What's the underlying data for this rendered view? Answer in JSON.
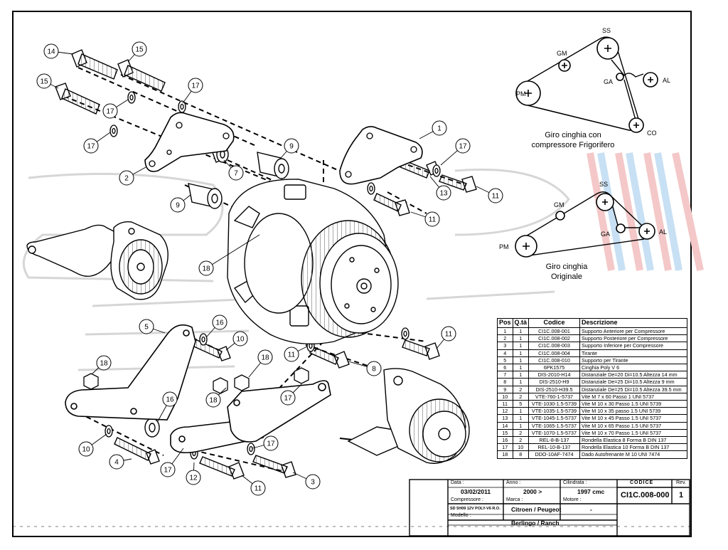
{
  "parts_table": {
    "headers": {
      "pos": "Pos",
      "qty": "Q.tà",
      "code": "Codice",
      "desc": "Descrizione"
    },
    "rows": [
      {
        "pos": "1",
        "qty": "1",
        "code": "CI1C.008-001",
        "desc": "Supporto Anteriore per Compressore"
      },
      {
        "pos": "2",
        "qty": "1",
        "code": "CI1C.008-002",
        "desc": "Supporto Posteriore per Compressore"
      },
      {
        "pos": "3",
        "qty": "1",
        "code": "CI1C.008-003",
        "desc": "Supporto Inferiore per Compressore"
      },
      {
        "pos": "4",
        "qty": "1",
        "code": "CI1C.008-004",
        "desc": "Tirante"
      },
      {
        "pos": "5",
        "qty": "1",
        "code": "CI1C.008-010",
        "desc": "Supporto per Tirante"
      },
      {
        "pos": "6",
        "qty": "1",
        "code": "6PK1575",
        "desc": "Cinghia Poly V 6"
      },
      {
        "pos": "7",
        "qty": "1",
        "code": "DIS-2010-H14",
        "desc": "Distanziale De=20 Di=10.5 Altezza 14 mm"
      },
      {
        "pos": "8",
        "qty": "1",
        "code": "DIS-2510-H9",
        "desc": "Distanziale De=25 Di=10.5 Altezza 9 mm"
      },
      {
        "pos": "9",
        "qty": "2",
        "code": "DIS-2510-H39.5",
        "desc": "Distanziale De=25 Di=10.5 Altezza 39.5 mm"
      },
      {
        "pos": "10",
        "qty": "2",
        "code": "VTE-760-1-5737",
        "desc": "Vite M 7 x 60 Passo 1 UNI 5737"
      },
      {
        "pos": "11",
        "qty": "5",
        "code": "VTE-1030-1.5-5739",
        "desc": "Vite M 10 x 30 Passo 1.5 UNI 5739"
      },
      {
        "pos": "12",
        "qty": "1",
        "code": "VTE-1035-1.5-5739",
        "desc": "Vite M 10 x 35 passo 1.5 UNI 5739"
      },
      {
        "pos": "13",
        "qty": "1",
        "code": "VTE-1045-1.5-5737",
        "desc": "Vite M 10 x 45 Passo 1.5 UNI 5737"
      },
      {
        "pos": "14",
        "qty": "1",
        "code": "VTE-1065-1.5-5737",
        "desc": "Vite M 10 x 65 Passo 1.5 UNI 5737"
      },
      {
        "pos": "15",
        "qty": "2",
        "code": "VTE-1070-1.5-5737",
        "desc": "Vite M 10 x 70 Passo 1.5 UNI 5737"
      },
      {
        "pos": "16",
        "qty": "2",
        "code": "REL-8-B-137",
        "desc": "Rondella Elastica 8 Forma B DIN 137"
      },
      {
        "pos": "17",
        "qty": "10",
        "code": "REL-10-B-137",
        "desc": "Rondella Elastica 10 Forma B DIN 137"
      },
      {
        "pos": "18",
        "qty": "8",
        "code": "DDO-10AF-7474",
        "desc": "Dado Autofrenante M 10 UNI 7474"
      }
    ]
  },
  "title_block": {
    "data_label": "Data :",
    "data_value": "03/02/2011",
    "anno_label": "Anno :",
    "anno_value": "2000 >",
    "cilindrata_label": "Cilindrata :",
    "cilindrata_value": "1997 cmc",
    "codice_label": "CODICE",
    "codice_value": "CI1C.008-000",
    "rev_label": "Rev.",
    "rev_value": "1",
    "compressore_label": "Compressore :",
    "compressore_value": "SD 5H09 12V POLY-V6 R.O.",
    "marca_label": "Marca :",
    "marca_value": "Citroen / Peugeot",
    "motore_label": "Motore :",
    "motore_value": "-",
    "modello_label": "Modello :",
    "modello_value": "Berlingo / Ranch"
  },
  "belt_frigorifero": {
    "caption_line1": "Giro cinghia con",
    "caption_line2": "compressore Frigorifero",
    "pulleys": {
      "ss": "SS",
      "gm": "GM",
      "ga": "GA",
      "al": "AL",
      "pm": "PM",
      "co": "CO"
    }
  },
  "belt_originale": {
    "caption_line1": "Giro cinghia",
    "caption_line2": "Originale",
    "pulleys": {
      "ss": "SS",
      "gm": "GM",
      "ga": "GA",
      "al": "AL",
      "pm": "PM"
    }
  },
  "callouts": [
    "14",
    "15",
    "15",
    "17",
    "17",
    "17",
    "2",
    "7",
    "9",
    "9",
    "1",
    "17",
    "13",
    "11",
    "11",
    "18",
    "5",
    "16",
    "10",
    "18",
    "18",
    "18",
    "17",
    "11",
    "11",
    "8",
    "16",
    "10",
    "4",
    "17",
    "12",
    "17",
    "11",
    "3"
  ]
}
